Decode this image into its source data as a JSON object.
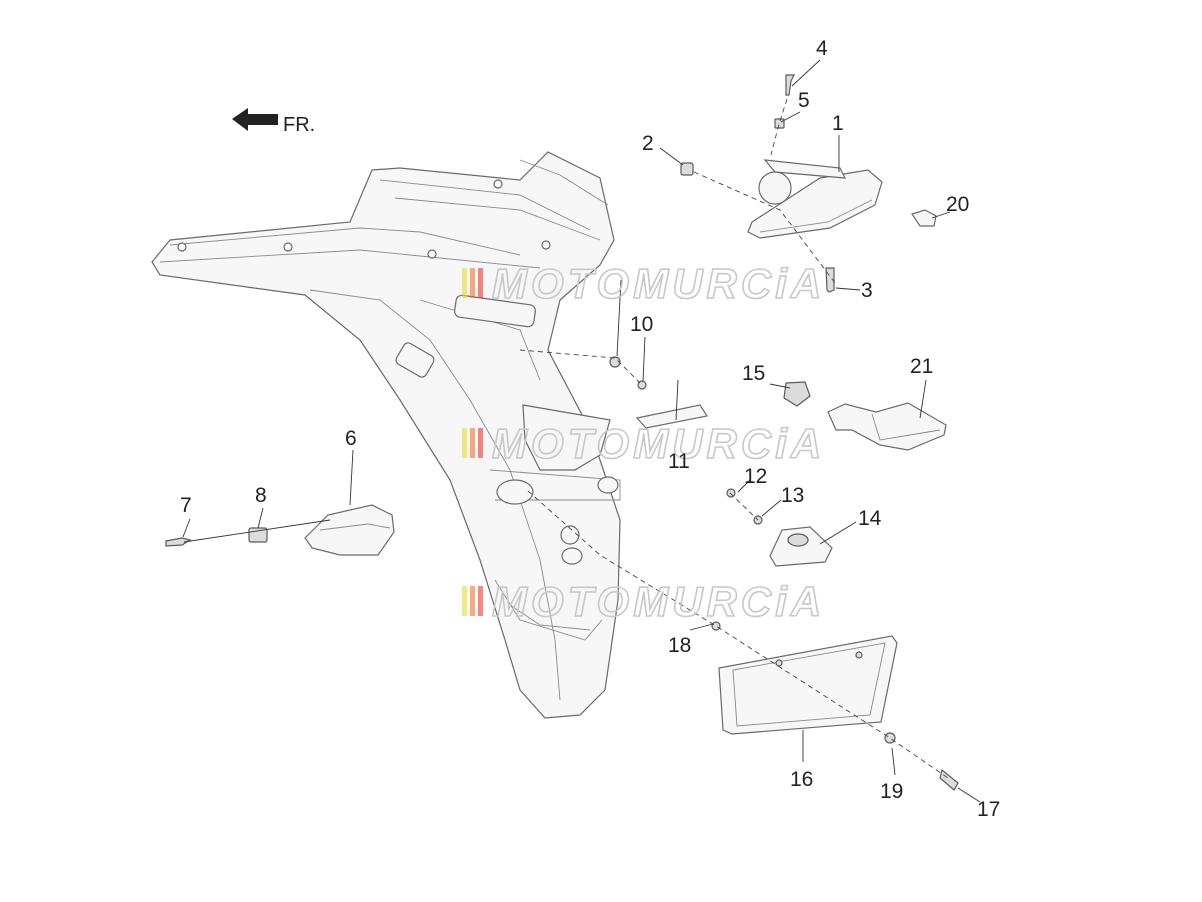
{
  "direction_label": "FR.",
  "watermark": "MOTOMURCiA",
  "callouts": {
    "c1": "1",
    "c2": "2",
    "c3": "3",
    "c4": "4",
    "c5": "5",
    "c6": "6",
    "c7": "7",
    "c8": "8",
    "c10": "10",
    "c11": "11",
    "c12": "12",
    "c13": "13",
    "c14": "14",
    "c15": "15",
    "c16": "16",
    "c17": "17",
    "c18": "18",
    "c19": "19",
    "c20": "20",
    "c21": "21"
  },
  "colors": {
    "line": "#6a6a6a",
    "text": "#222222",
    "watermark": "#c8c8c8"
  }
}
